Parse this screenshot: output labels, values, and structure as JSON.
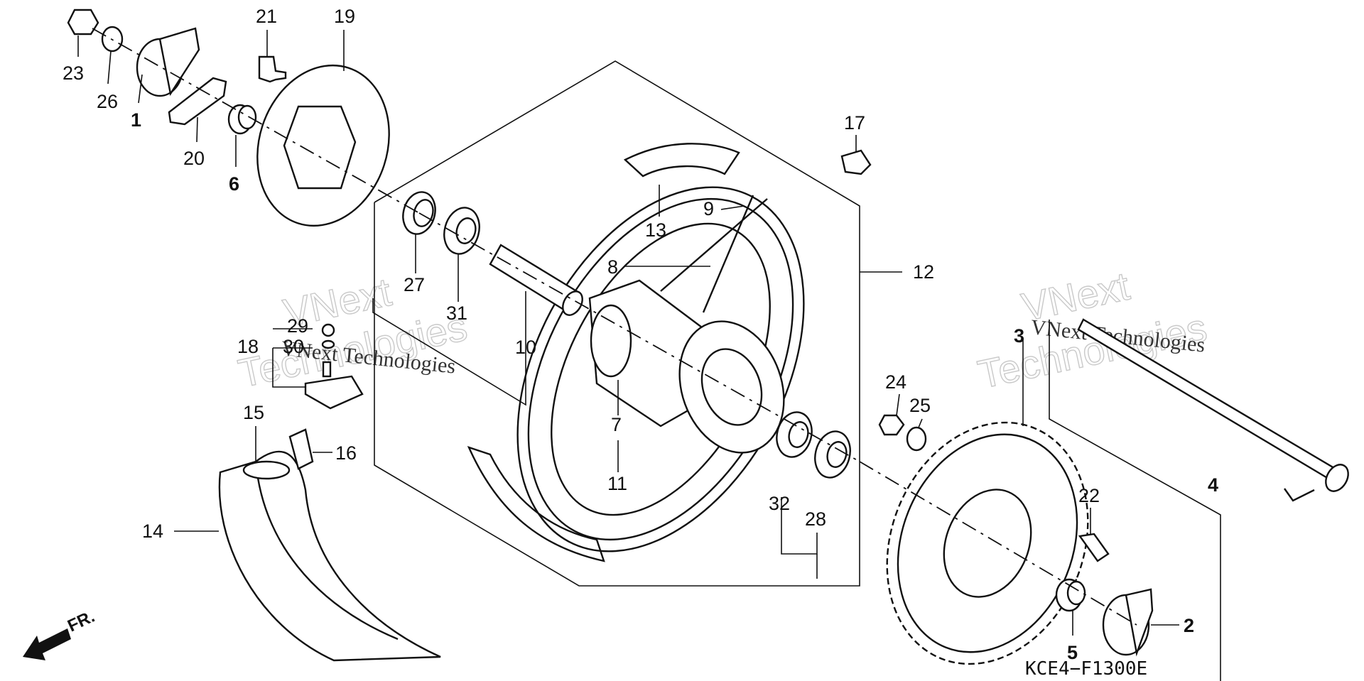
{
  "diagram": {
    "callouts": [
      {
        "id": "c23",
        "text": "23"
      },
      {
        "id": "c26",
        "text": "26"
      },
      {
        "id": "c1",
        "text": "1"
      },
      {
        "id": "c20",
        "text": "20"
      },
      {
        "id": "c6",
        "text": "6"
      },
      {
        "id": "c21",
        "text": "21"
      },
      {
        "id": "c19",
        "text": "19"
      },
      {
        "id": "c27",
        "text": "27"
      },
      {
        "id": "c31",
        "text": "31"
      },
      {
        "id": "c10",
        "text": "10"
      },
      {
        "id": "c13",
        "text": "13"
      },
      {
        "id": "c9",
        "text": "9"
      },
      {
        "id": "c8",
        "text": "8"
      },
      {
        "id": "c12",
        "text": "12"
      },
      {
        "id": "c17",
        "text": "17"
      },
      {
        "id": "c29",
        "text": "29"
      },
      {
        "id": "c30",
        "text": "30"
      },
      {
        "id": "c18",
        "text": "18"
      },
      {
        "id": "c7",
        "text": "7"
      },
      {
        "id": "c11",
        "text": "11"
      },
      {
        "id": "c15",
        "text": "15"
      },
      {
        "id": "c16",
        "text": "16"
      },
      {
        "id": "c14",
        "text": "14"
      },
      {
        "id": "c32",
        "text": "32"
      },
      {
        "id": "c28",
        "text": "28"
      },
      {
        "id": "c3",
        "text": "3"
      },
      {
        "id": "c24",
        "text": "24"
      },
      {
        "id": "c25",
        "text": "25"
      },
      {
        "id": "c4",
        "text": "4"
      },
      {
        "id": "c22",
        "text": "22"
      },
      {
        "id": "c5",
        "text": "5"
      },
      {
        "id": "c2",
        "text": "2"
      }
    ],
    "watermarks": [
      {
        "id": "wm1",
        "line1": "VNext",
        "line2": "Technologies"
      },
      {
        "id": "wm2",
        "line1": "VNext",
        "line2": "Technologies"
      }
    ],
    "watermark_small": [
      "VNext Technologies",
      "VNext Technologies"
    ],
    "front_marker": "FR.",
    "diagram_code": "KCE4−F1300E"
  }
}
